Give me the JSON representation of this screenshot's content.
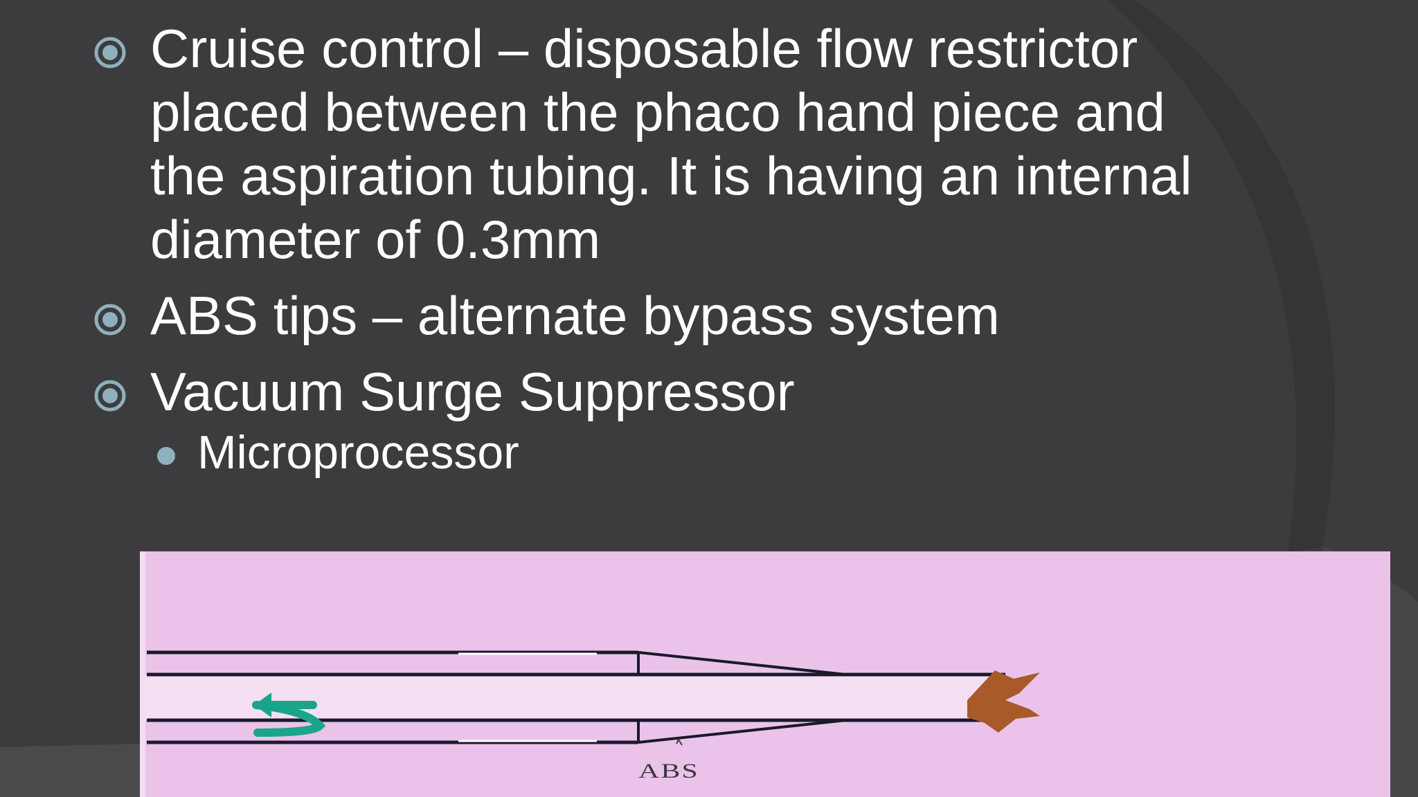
{
  "slide": {
    "bullets": [
      "Cruise control – disposable flow restrictor placed between the phaco hand piece and the aspiration tubing. It is having an internal diameter of 0.3mm",
      "ABS tips – alternate bypass system",
      "Vacuum Surge Suppressor"
    ],
    "sub_bullets": [
      "Microprocessor"
    ]
  },
  "figure": {
    "label": "ABS"
  },
  "colors": {
    "background": "#3c3c3e",
    "text": "#ffffff",
    "bullet_accent": "#8fb0bd",
    "figure_background": "#ebc3ea",
    "arrow": "#1aa58a",
    "tissue": "#a85a28"
  }
}
